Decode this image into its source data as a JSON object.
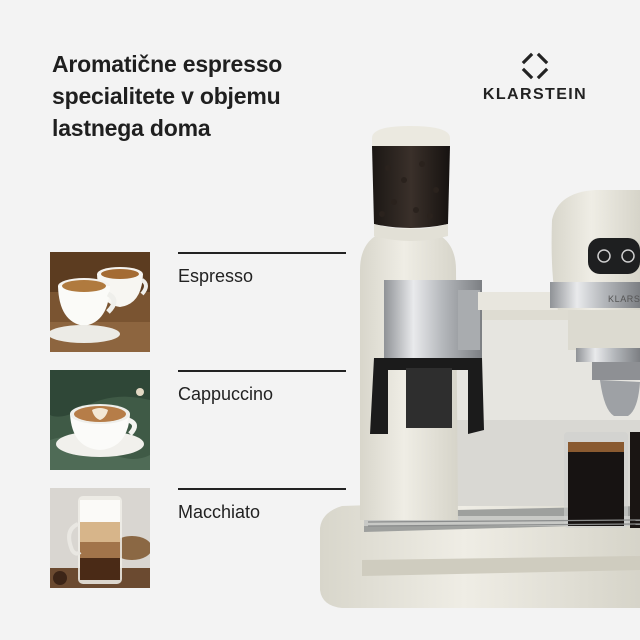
{
  "headline": {
    "lines": [
      "Aromatične espresso",
      "specialitete v objemu",
      "lastnega doma"
    ]
  },
  "brand": {
    "name": "KLARSTEIN",
    "icon": "klarstein-logo-icon",
    "machine_label": "KLARSTEIN"
  },
  "drinks": [
    {
      "label": "Espresso",
      "image": "espresso-cups-image"
    },
    {
      "label": "Cappuccino",
      "image": "cappuccino-cup-image"
    },
    {
      "label": "Macchiato",
      "image": "macchiato-glass-image"
    }
  ],
  "colors": {
    "background": "#f3f3f3",
    "text": "#1f1f1f",
    "machine_cream": "#e7e5db"
  }
}
